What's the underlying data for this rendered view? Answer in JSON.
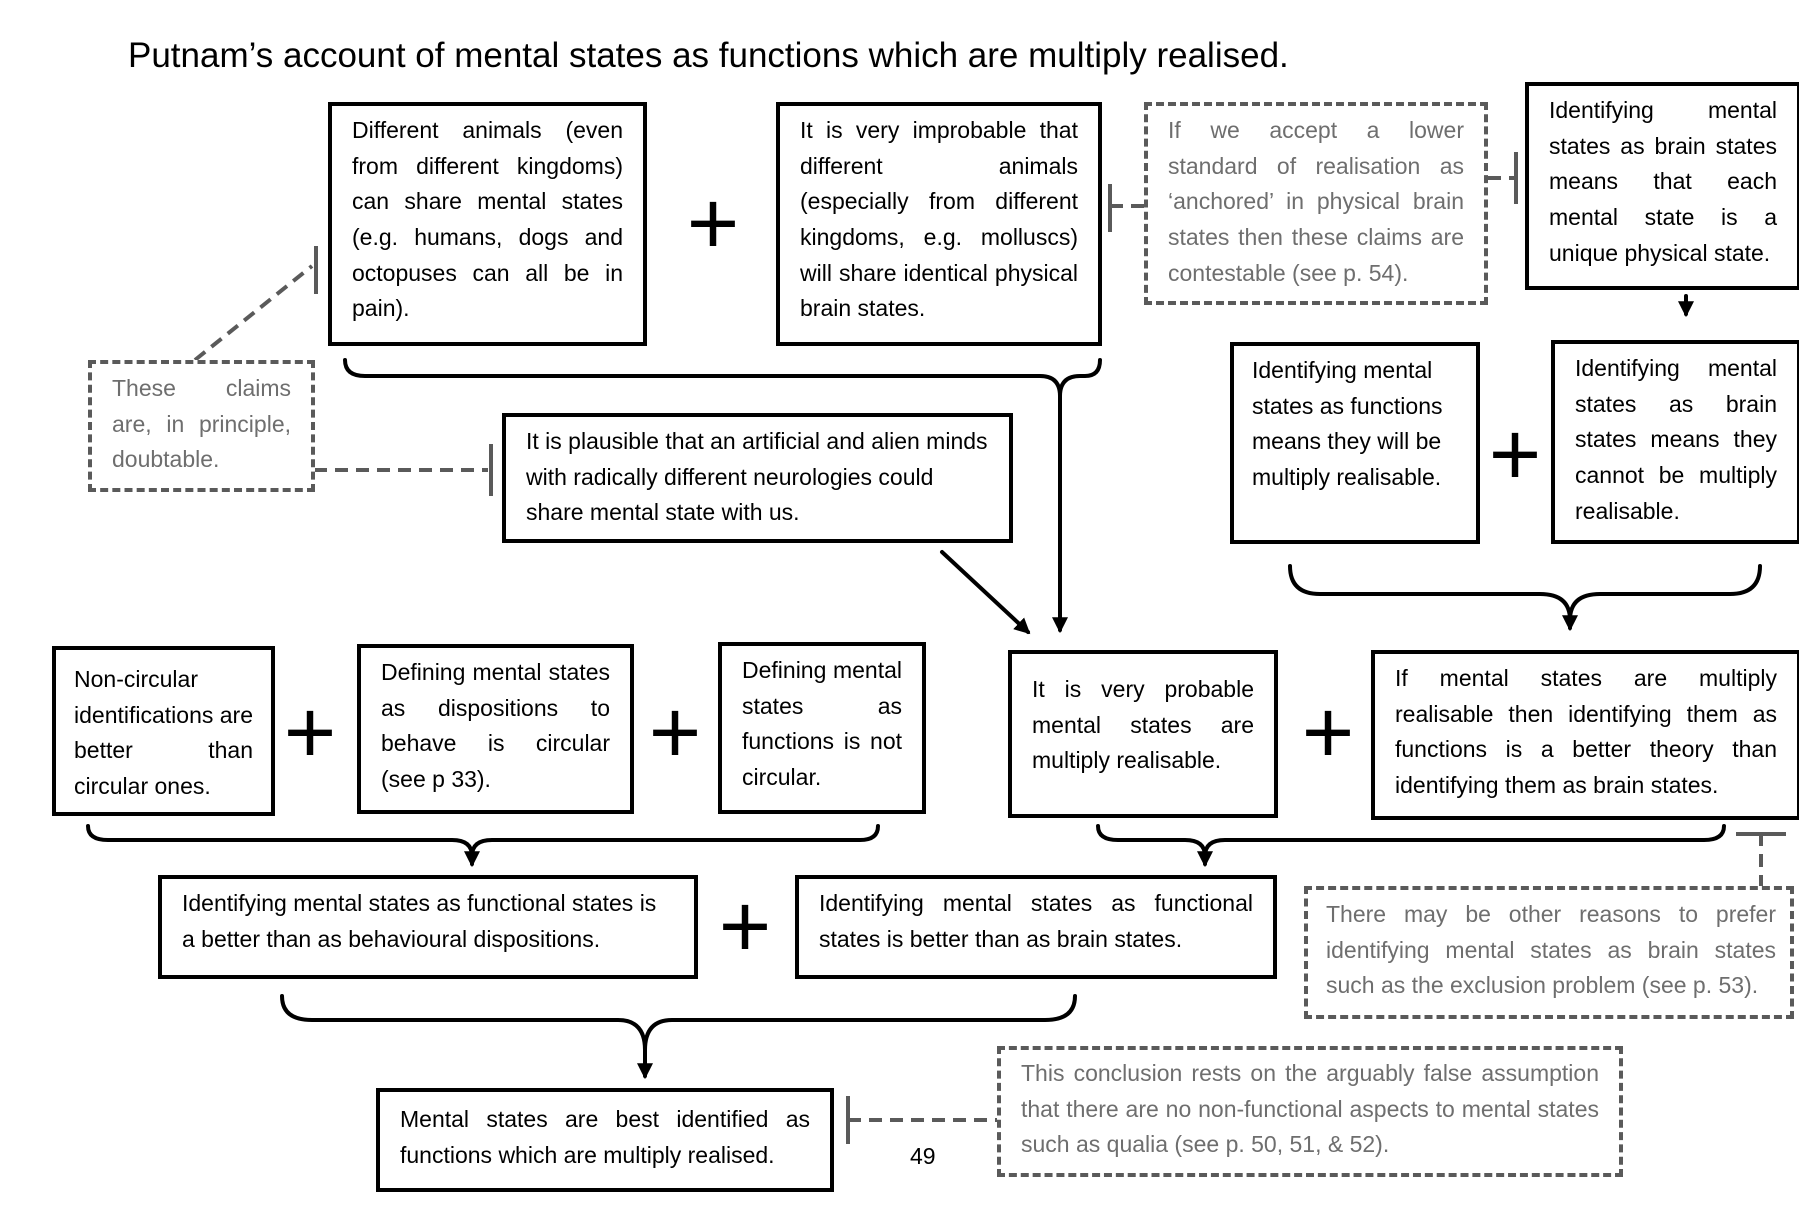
{
  "title": "Putnam’s account of mental states as functions which are multiply realised.",
  "page_number": "49",
  "plus_sign": "+",
  "boxes": {
    "b1": "Different animals (even from different kingdoms) can share mental states (e.g. humans, dogs and octopuses can all be in pain).",
    "b2": "It is very improbable that different animals (especially from different kingdoms, e.g. molluscs) will share identical physical brain states.",
    "b3": "If we accept a lower standard of realisation as ‘anchored’ in physical brain states then these claims are contestable (see p. 54).",
    "b4": "Identifying mental states as brain states means that each mental state is a unique physical state.",
    "b5": "These claims are, in principle, doubtable.",
    "b6": "It is plausible that an artificial and alien minds with radically different neurologies could share mental state with us.",
    "b7": "Identifying mental states as functions means they will be multiply realisable.",
    "b8": "Identifying mental states as brain states means they cannot be multiply realisable.",
    "b9": "Non-circular identifications are better than circular ones.",
    "b10": "Defining mental states as dispositions to behave is circular (see p 33).",
    "b11": "Defining mental states as functions is not circular.",
    "b12": "It is very probable mental states are multiply realisable.",
    "b13": "If mental states are multiply realisable then identifying them as functions is a better theory than identifying them as brain states.",
    "b14": "Identifying mental states as functional states is a better than as behavioural dispositions.",
    "b15": "Identifying mental states as functional states is better than as brain states.",
    "b16": "There may be other reasons to prefer identifying mental states as brain states such as the exclusion problem (see p. 53).",
    "b17": "Mental states are best identified as functions which are multiply realised.",
    "b18": "This conclusion rests on the arguably false assumption that there are no non-functional aspects to mental states such as qualia (see p. 50, 51, & 52)."
  },
  "colors": {
    "line": "#000000",
    "dashed": "#5a5a5a",
    "dashed_text": "#6e6e6e"
  }
}
